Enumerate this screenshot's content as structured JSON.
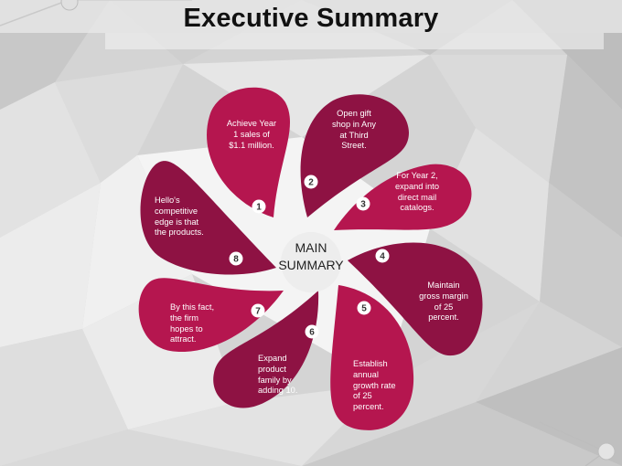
{
  "title": "Executive Summary",
  "center": {
    "line1": "MAIN",
    "line2": "SUMMARY"
  },
  "colors": {
    "petal_light": "#b5164f",
    "petal_dark": "#8e1243",
    "badge_bg": "#ffffff",
    "badge_text": "#333333"
  },
  "petals": [
    {
      "number": "1",
      "lines": [
        "Achieve Year",
        "1 sales of",
        "$1.1 million."
      ]
    },
    {
      "number": "2",
      "lines": [
        "Open gift",
        "shop in Any",
        "at Third",
        "Street."
      ]
    },
    {
      "number": "3",
      "lines": [
        "For Year 2,",
        "expand into",
        "direct mail",
        "catalogs."
      ]
    },
    {
      "number": "4",
      "lines": [
        "Maintain",
        "gross margin",
        "of 25",
        "percent."
      ]
    },
    {
      "number": "5",
      "lines": [
        "Establish",
        "annual",
        "growth rate",
        "of 25",
        "percent."
      ]
    },
    {
      "number": "6",
      "lines": [
        "Expand",
        "product",
        "family  by",
        "adding 10."
      ]
    },
    {
      "number": "7",
      "lines": [
        "By this fact,",
        "the firm",
        "hopes to",
        "attract."
      ]
    },
    {
      "number": "8",
      "lines": [
        "Hello's",
        "competitive",
        "edge is that",
        "the products."
      ]
    }
  ]
}
